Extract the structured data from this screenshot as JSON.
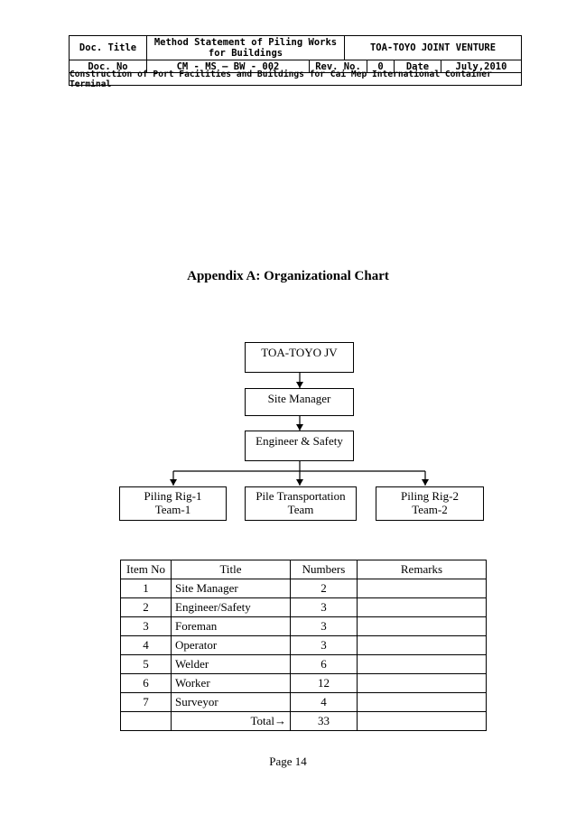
{
  "header": {
    "doc_title_label": "Doc. Title",
    "doc_title_value_line1": "Method Statement of Piling Works",
    "doc_title_value_line2": "for Buildings",
    "company": "TOA-TOYO JOINT VENTURE",
    "doc_no_label": "Doc. No",
    "doc_no_value": "CM - MS – BW - 002",
    "rev_label": "Rev. No.",
    "rev_value": "0",
    "date_label": "Date",
    "date_value": "July,2010",
    "project": "Construction of Port Facilities and Buildings for Cai Mep International Container Terminal"
  },
  "appendix_title": "Appendix A: Organizational Chart",
  "org_chart": {
    "top": "TOA-TOYO JV",
    "manager": "Site Manager",
    "engineer": "Engineer & Safety",
    "team1_line1": "Piling Rig-1",
    "team1_line2": "Team-1",
    "transport_line1": "Pile Transportation",
    "transport_line2": "Team",
    "team2_line1": "Piling Rig-2",
    "team2_line2": "Team-2"
  },
  "staff_table": {
    "headers": [
      "Item No",
      "Title",
      "Numbers",
      "Remarks"
    ],
    "rows": [
      {
        "item": "1",
        "title": "Site Manager",
        "number": "2",
        "remarks": ""
      },
      {
        "item": "2",
        "title": "Engineer/Safety",
        "number": "3",
        "remarks": ""
      },
      {
        "item": "3",
        "title": "Foreman",
        "number": "3",
        "remarks": ""
      },
      {
        "item": "4",
        "title": "Operator",
        "number": "3",
        "remarks": ""
      },
      {
        "item": "5",
        "title": "Welder",
        "number": "6",
        "remarks": ""
      },
      {
        "item": "6",
        "title": "Worker",
        "number": "12",
        "remarks": ""
      },
      {
        "item": "7",
        "title": "Surveyor",
        "number": "4",
        "remarks": ""
      }
    ],
    "total_label": "Total→",
    "total_value": "33"
  },
  "page_number": "Page 14"
}
